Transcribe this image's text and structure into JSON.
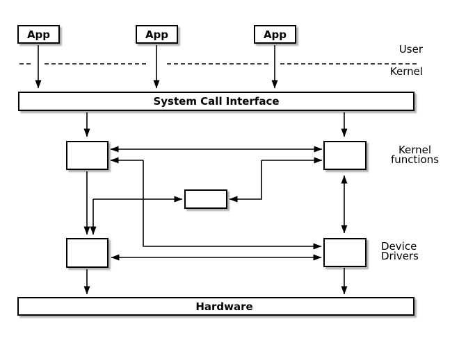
{
  "diagram": {
    "apps": [
      {
        "label": "App"
      },
      {
        "label": "App"
      },
      {
        "label": "App"
      }
    ],
    "system_call_interface_label": "System Call Interface",
    "hardware_label": "Hardware",
    "side_labels": {
      "user": "User",
      "kernel": "Kernel",
      "kernel_functions": [
        "Kernel",
        "functions"
      ],
      "device_drivers": [
        "Device",
        "Drivers"
      ]
    },
    "colors": {
      "line": "#000000",
      "box_fill": "#ffffff",
      "box_border": "#000000",
      "shadow": "#b0b0b0",
      "background": "#ffffff"
    }
  }
}
